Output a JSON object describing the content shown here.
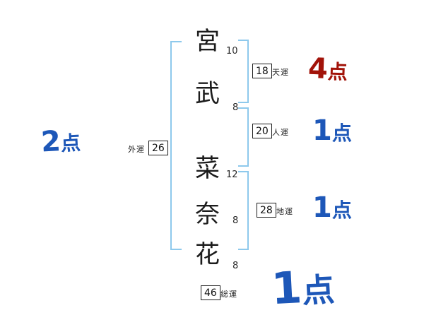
{
  "name_chars": [
    {
      "char": "宮",
      "strokes": "10"
    },
    {
      "char": "武",
      "strokes": "8"
    },
    {
      "char": "菜",
      "strokes": "12"
    },
    {
      "char": "奈",
      "strokes": "8"
    },
    {
      "char": "花",
      "strokes": "8"
    }
  ],
  "fortunes": {
    "outer": {
      "label": "外運",
      "value": "26",
      "score_num": "2",
      "score_unit": "点"
    },
    "heaven": {
      "label": "天運",
      "value": "18",
      "score_num": "4",
      "score_unit": "点"
    },
    "person": {
      "label": "人運",
      "value": "20",
      "score_num": "1",
      "score_unit": "点"
    },
    "earth": {
      "label": "地運",
      "value": "28",
      "score_num": "1",
      "score_unit": "点"
    },
    "total": {
      "label": "総運",
      "value": "46",
      "score_num": "1",
      "score_unit": "点"
    }
  },
  "colors": {
    "score_blue": "#1d57b8",
    "score_red": "#a21309",
    "bracket_blue": "#8ec9ec"
  }
}
